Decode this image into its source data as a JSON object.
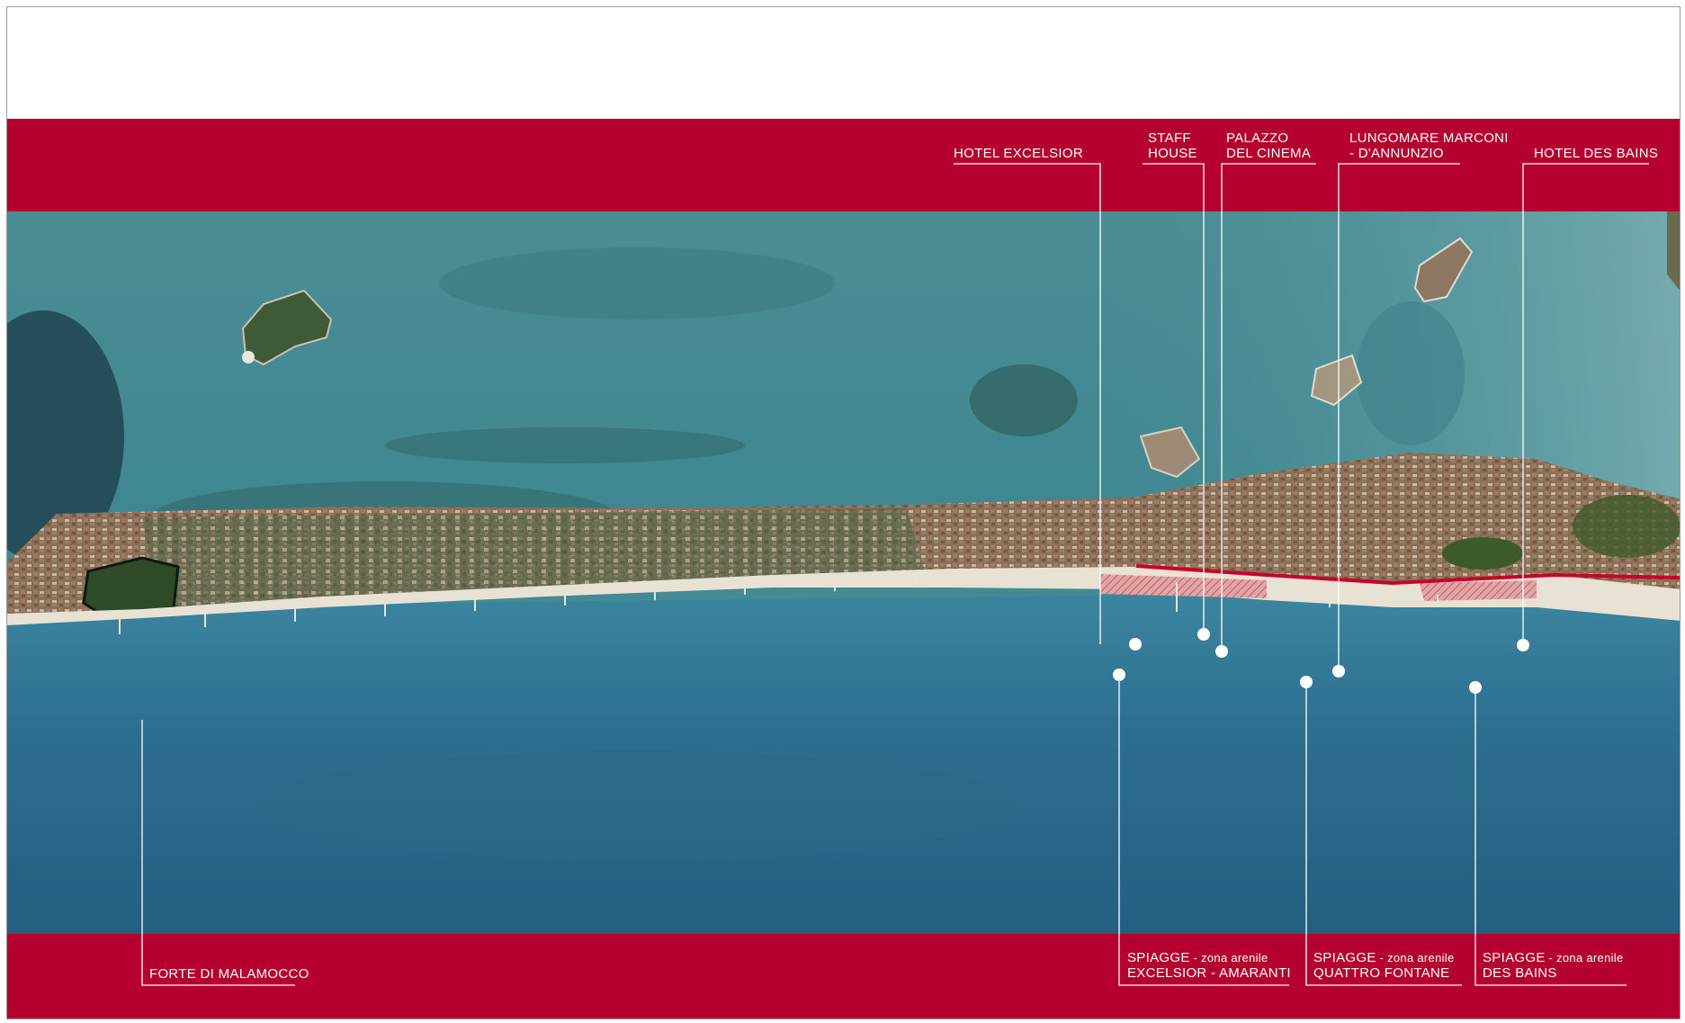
{
  "map": {
    "kind": "satellite",
    "colors": {
      "band": "#b5002f",
      "water_top": "#4f8f96",
      "water_bottom": "#2f6f8c",
      "land": "#8b7a5e",
      "beach": "#e8e2d4",
      "highlight_route": "#c8002a",
      "label_text": "#ffffff",
      "leader_line": "#ffffff"
    }
  },
  "labels": {
    "hotel_excelsior": "HOTEL EXCELSIOR",
    "staff_house_1": "STAFF",
    "staff_house_2": "HOUSE",
    "palazzo_1": "PALAZZO",
    "palazzo_2": "DEL CINEMA",
    "lungomare_1": "LUNGOMARE MARCONI",
    "lungomare_2": " - D'ANNUNZIO",
    "hotel_des_bains": "HOTEL DES BAINS",
    "forte": "FORTE DI MALAMOCCO",
    "spiagge_excelsior_1": "SPIAGGE",
    "spiagge_excelsior_1b": " - zona arenile",
    "spiagge_excelsior_2": "EXCELSIOR - AMARANTI",
    "spiagge_quattro_1": "SPIAGGE",
    "spiagge_quattro_1b": " - zona arenile",
    "spiagge_quattro_2": "QUATTRO FONTANE",
    "spiagge_bains_1": "SPIAGGE",
    "spiagge_bains_1b": " - zona arenile",
    "spiagge_bains_2": "DES BAINS"
  }
}
